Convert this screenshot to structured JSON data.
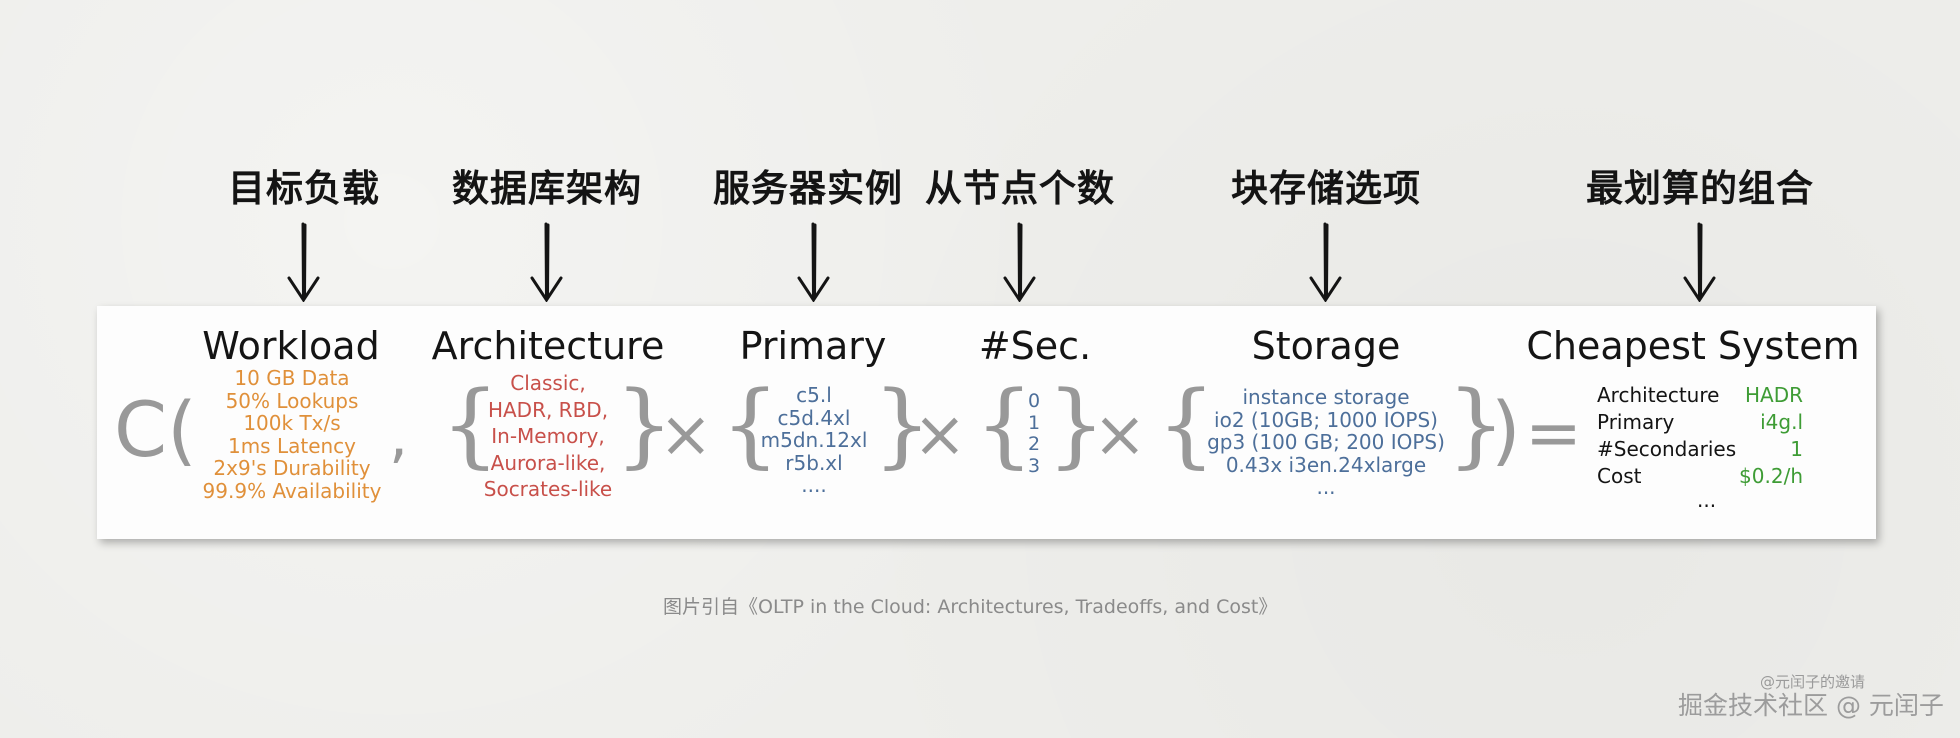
{
  "labels": [
    "目标负载",
    "数据库架构",
    "服务器实例",
    "从节点个数",
    "块存储选项",
    "最划算的组合"
  ],
  "formula": {
    "open": "C(",
    "comma": ",",
    "times": "×",
    "close": ")",
    "equals": "="
  },
  "headers": {
    "workload": "Workload",
    "architecture": "Architecture",
    "primary": "Primary",
    "secondaries": "#Sec.",
    "storage": "Storage",
    "cheapest": "Cheapest System"
  },
  "workload_items": [
    "10 GB Data",
    "50% Lookups",
    "100k Tx/s",
    "1ms Latency",
    "2x9's Durability",
    "99.9% Availability"
  ],
  "architecture_items": [
    "Classic,",
    "HADR, RBD,",
    "In-Memory,",
    "Aurora-like,",
    "Socrates-like"
  ],
  "primary_items": [
    "c5.l",
    "c5d.4xl",
    "m5dn.12xl",
    "r5b.xl",
    "...."
  ],
  "secondary_items": [
    "0",
    "1",
    "2",
    "3"
  ],
  "storage_items": [
    "instance storage",
    "io2 (10GB; 1000 IOPS)",
    "gp3 (100 GB; 200 IOPS)",
    "0.43x i3en.24xlarge",
    "..."
  ],
  "result": {
    "rows": [
      {
        "key": "Architecture",
        "value": "HADR"
      },
      {
        "key": "Primary",
        "value": "i4g.l"
      },
      {
        "key": "#Secondaries",
        "value": "1"
      },
      {
        "key": "Cost",
        "value": "$0.2/h"
      }
    ],
    "more": "..."
  },
  "caption": "图片引自《OLTP in the Cloud: Architectures, Tradeoffs, and Cost》",
  "watermark_small": "@元闰子的邀请",
  "watermark": "掘金技术社区 @ 元闰子",
  "colors": {
    "workload": "#e0903a",
    "architecture": "#c8504a",
    "options": "#4d6f9a",
    "result_value": "#3e9c35",
    "glyph": "#999999"
  }
}
